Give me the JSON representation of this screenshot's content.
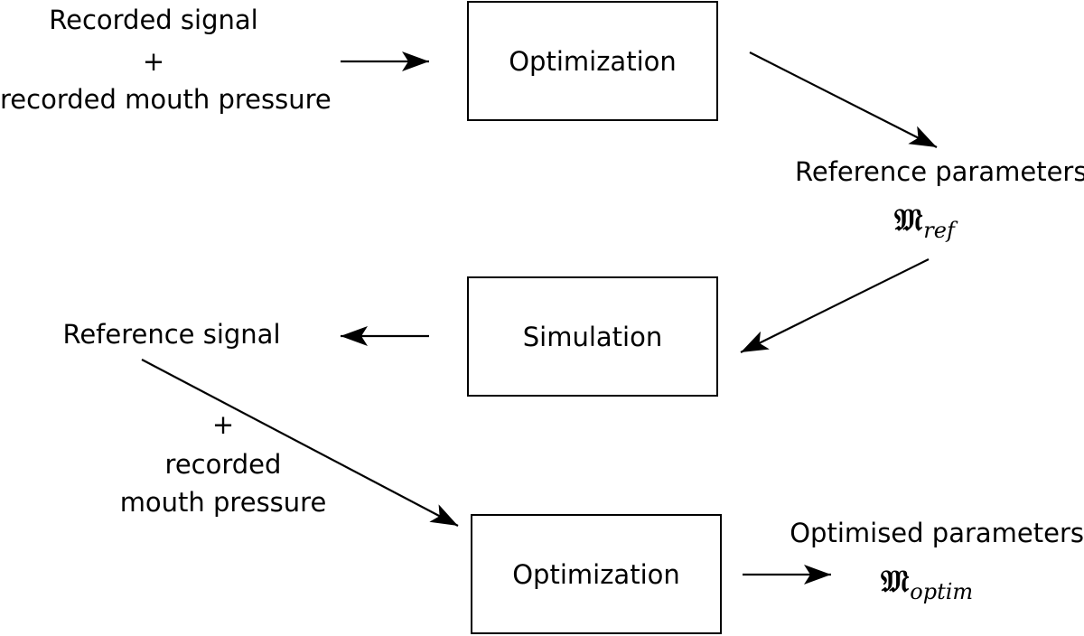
{
  "input_top": {
    "line1": "Recorded signal",
    "plus": "+",
    "line2": "recorded mouth pressure"
  },
  "boxes": {
    "optimization_top": "Optimization",
    "simulation": "Simulation",
    "optimization_bottom": "Optimization"
  },
  "reference_parameters": {
    "label": "Reference parameters",
    "symbol": "𝔐",
    "subscript": "ref"
  },
  "reference_signal": {
    "label": "Reference signal"
  },
  "input_bottom": {
    "plus": "+",
    "line1": "recorded",
    "line2": "mouth pressure"
  },
  "optimised_parameters": {
    "label": "Optimised parameters",
    "symbol": "𝔐",
    "subscript": "optim"
  }
}
